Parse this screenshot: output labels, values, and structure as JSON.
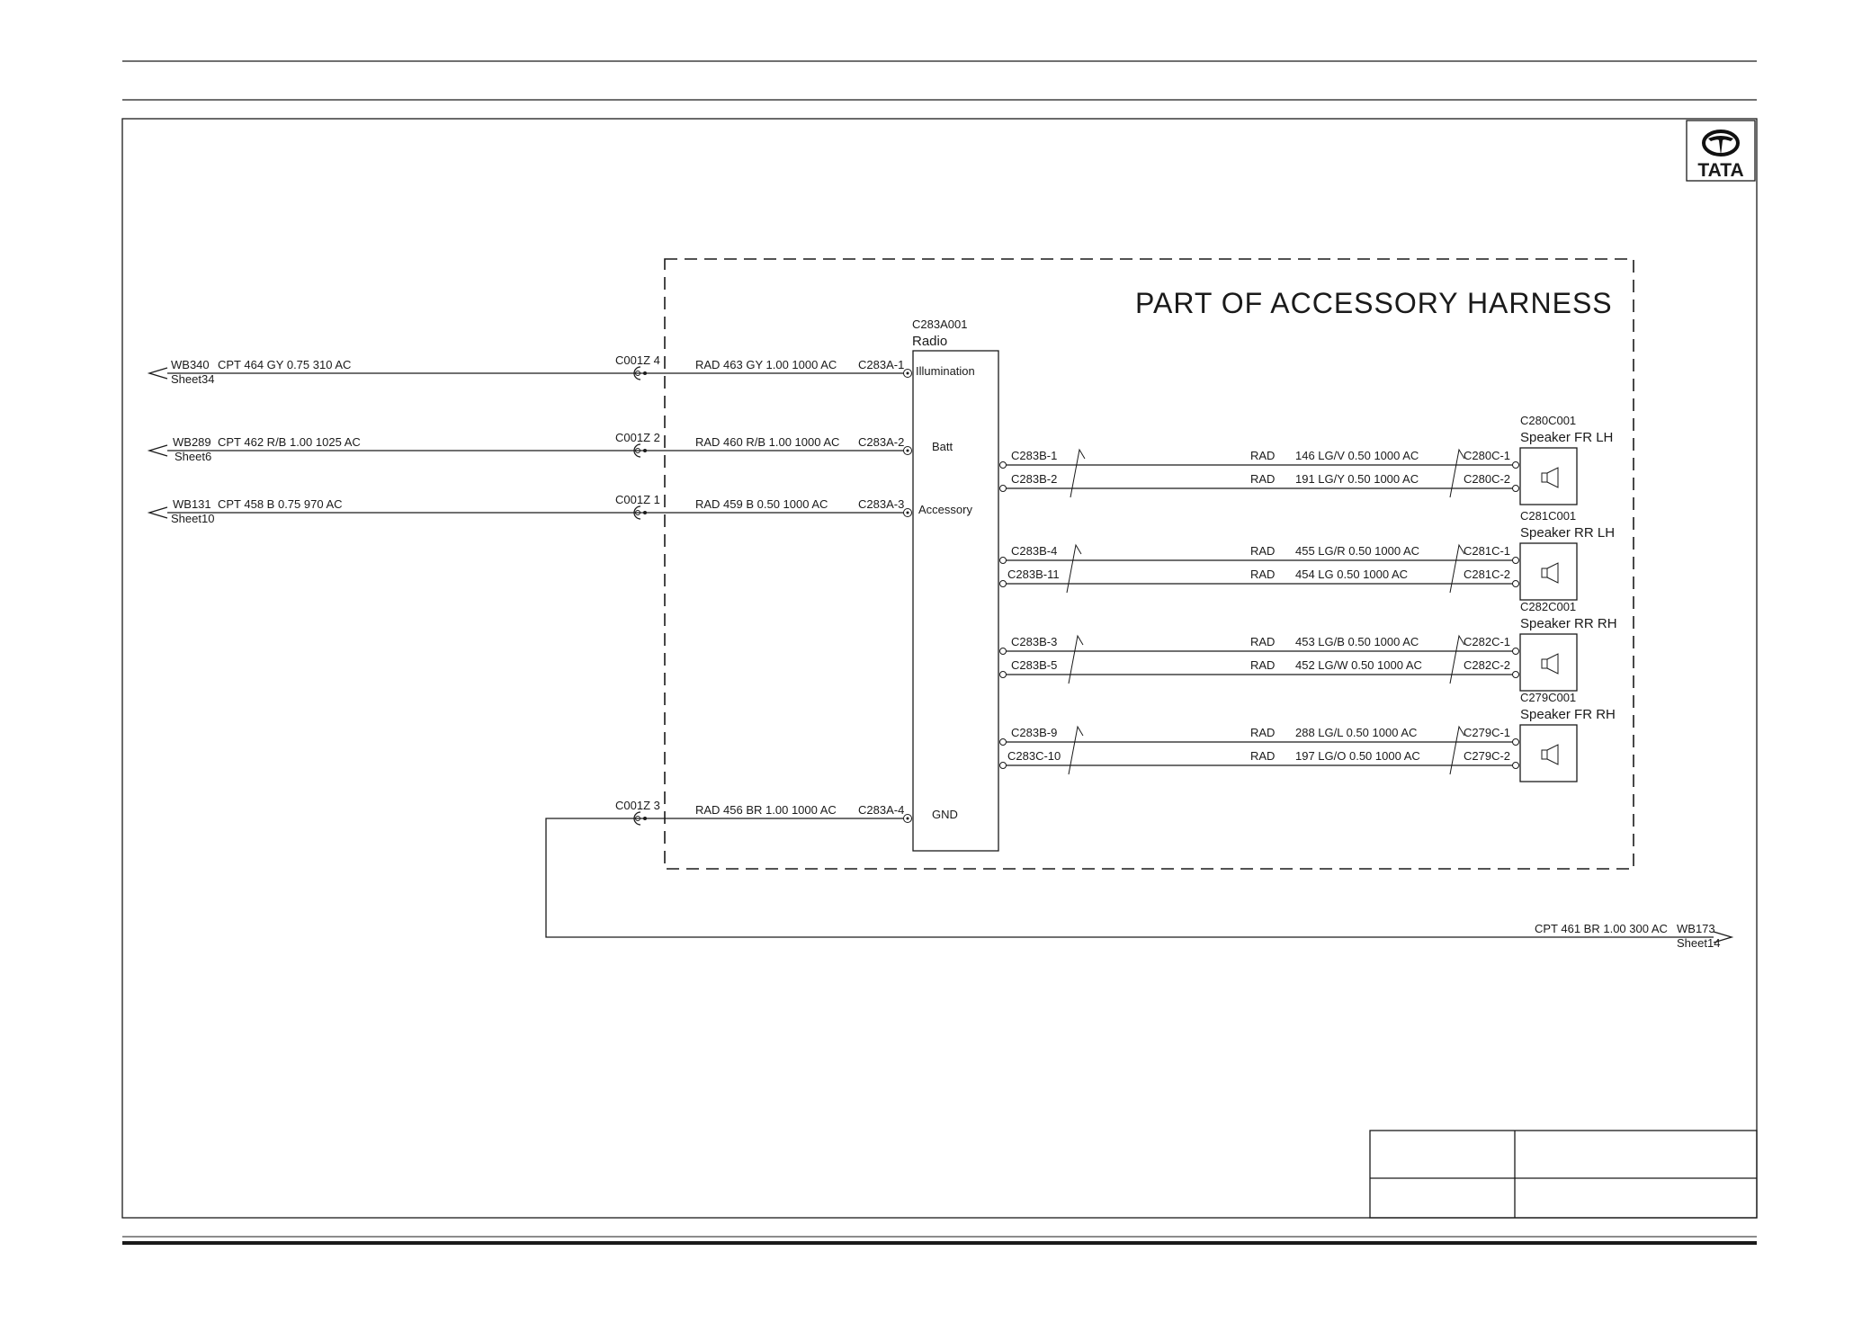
{
  "logo": {
    "text": "TATA"
  },
  "harness_label": "PART OF ACCESSORY HARNESS",
  "radio": {
    "id": "C283A001",
    "name": "Radio",
    "pins": [
      "Illumination",
      "Batt",
      "Accessory",
      "GND"
    ]
  },
  "left_circuits": [
    {
      "wb": "WB340",
      "desc": "CPT 464 GY 0.75 310 AC",
      "sheet": "Sheet34",
      "splice": "C001Z 4",
      "rad": "RAD 463 GY 1.00 1000 AC",
      "pin": "C283A-1"
    },
    {
      "wb": "WB289",
      "desc": "CPT 462 R/B 1.00 1025 AC",
      "sheet": "Sheet6",
      "splice": "C001Z 2",
      "rad": "RAD 460 R/B 1.00 1000 AC",
      "pin": "C283A-2"
    },
    {
      "wb": "WB131",
      "desc": "CPT 458 B 0.75 970 AC",
      "sheet": "Sheet10",
      "splice": "C001Z 1",
      "rad": "RAD 459 B 0.50 1000 AC",
      "pin": "C283A-3"
    }
  ],
  "ground_circuit": {
    "splice": "C001Z 3",
    "rad": "RAD 456 BR 1.00 1000 AC",
    "pin": "C283A-4",
    "out_desc": "CPT 461 BR 1.00 300 AC",
    "out_wb": "WB173",
    "out_sheet": "Sheet14"
  },
  "speakers": [
    {
      "id": "C280C001",
      "name": "Speaker FR LH",
      "wires": [
        {
          "from": "C283B-1",
          "rad": "RAD",
          "desc": "146 LG/V 0.50 1000 AC",
          "to": "C280C-1"
        },
        {
          "from": "C283B-2",
          "rad": "RAD",
          "desc": "191 LG/Y 0.50 1000 AC",
          "to": "C280C-2"
        }
      ]
    },
    {
      "id": "C281C001",
      "name": "Speaker RR LH",
      "wires": [
        {
          "from": "C283B-4",
          "rad": "RAD",
          "desc": "455 LG/R 0.50 1000 AC",
          "to": "C281C-1"
        },
        {
          "from": "C283B-11",
          "rad": "RAD",
          "desc": "454 LG 0.50 1000 AC",
          "to": "C281C-2"
        }
      ]
    },
    {
      "id": "C282C001",
      "name": "Speaker RR RH",
      "wires": [
        {
          "from": "C283B-3",
          "rad": "RAD",
          "desc": "453 LG/B 0.50 1000 AC",
          "to": "C282C-1"
        },
        {
          "from": "C283B-5",
          "rad": "RAD",
          "desc": "452 LG/W 0.50 1000 AC",
          "to": "C282C-2"
        }
      ]
    },
    {
      "id": "C279C001",
      "name": "Speaker FR RH",
      "wires": [
        {
          "from": "C283B-9",
          "rad": "RAD",
          "desc": "288 LG/L 0.50 1000 AC",
          "to": "C279C-1"
        },
        {
          "from": "C283C-10",
          "rad": "RAD",
          "desc": "197 LG/O 0.50 1000 AC",
          "to": "C279C-2"
        }
      ]
    }
  ]
}
